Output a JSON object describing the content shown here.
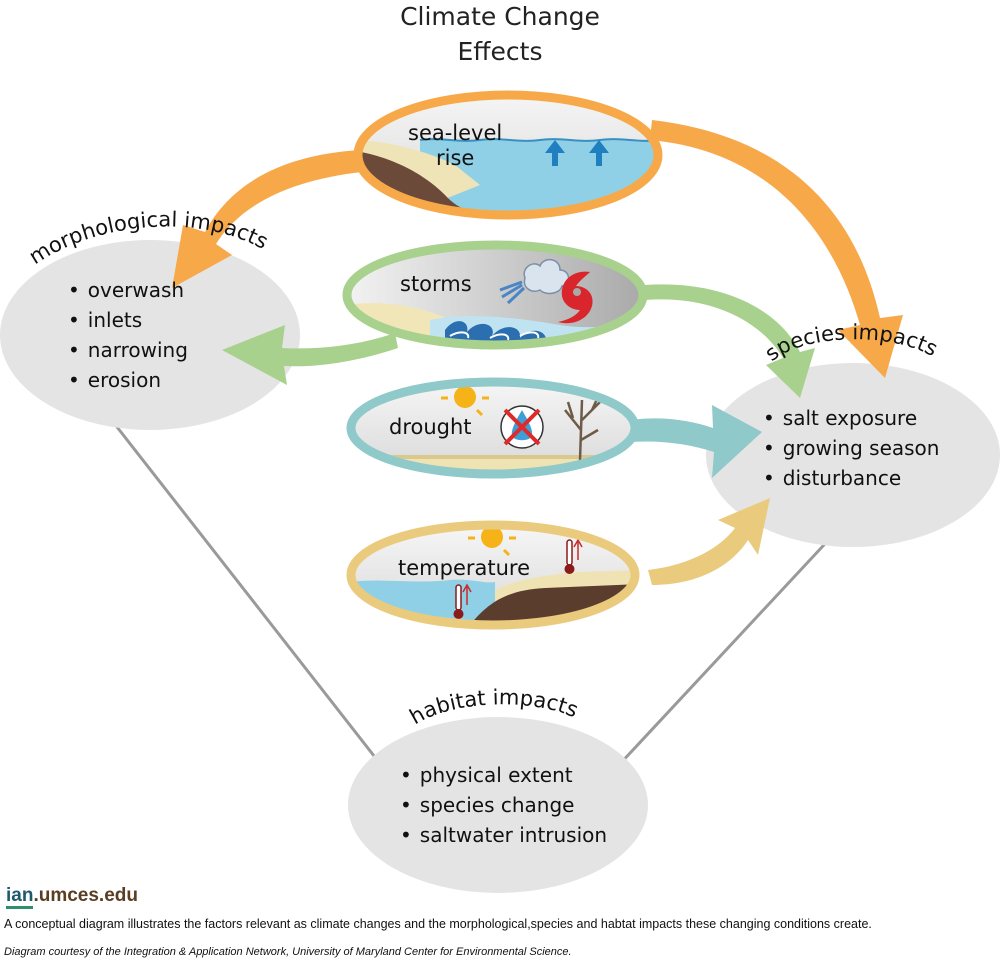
{
  "title": {
    "line1": "Climate Change",
    "line2": "Effects"
  },
  "drivers": {
    "sea_level_line1": "sea-level",
    "sea_level_line2": "rise",
    "storms": "storms",
    "drought": "drought",
    "temperature": "temperature"
  },
  "impacts": {
    "morphological": {
      "title": "morphological impacts",
      "items": [
        "overwash",
        "inlets",
        "narrowing",
        "erosion"
      ]
    },
    "species": {
      "title": "species impacts",
      "items": [
        "salt exposure",
        "growing season",
        "disturbance"
      ]
    },
    "habitat": {
      "title": "habitat impacts",
      "items": [
        "physical extent",
        "species change",
        "saltwater intrusion"
      ]
    }
  },
  "colors": {
    "sea_level": "#f7a94a",
    "storms": "#a9d18e",
    "drought": "#8fc9c9",
    "temperature": "#eacb7e",
    "impact_fill": "#e4e4e4",
    "gray_arrow": "#9a9a9a"
  },
  "footer": {
    "logo_ian": "ian",
    "logo_rest": ".umces.edu",
    "caption": "A conceptual diagram illustrates the factors relevant as climate changes and the morphological,species and habtat impacts these changing conditions create.",
    "credit": "Diagram courtesy of the Integration & Application Network, University of Maryland Center for Environmental Science."
  }
}
